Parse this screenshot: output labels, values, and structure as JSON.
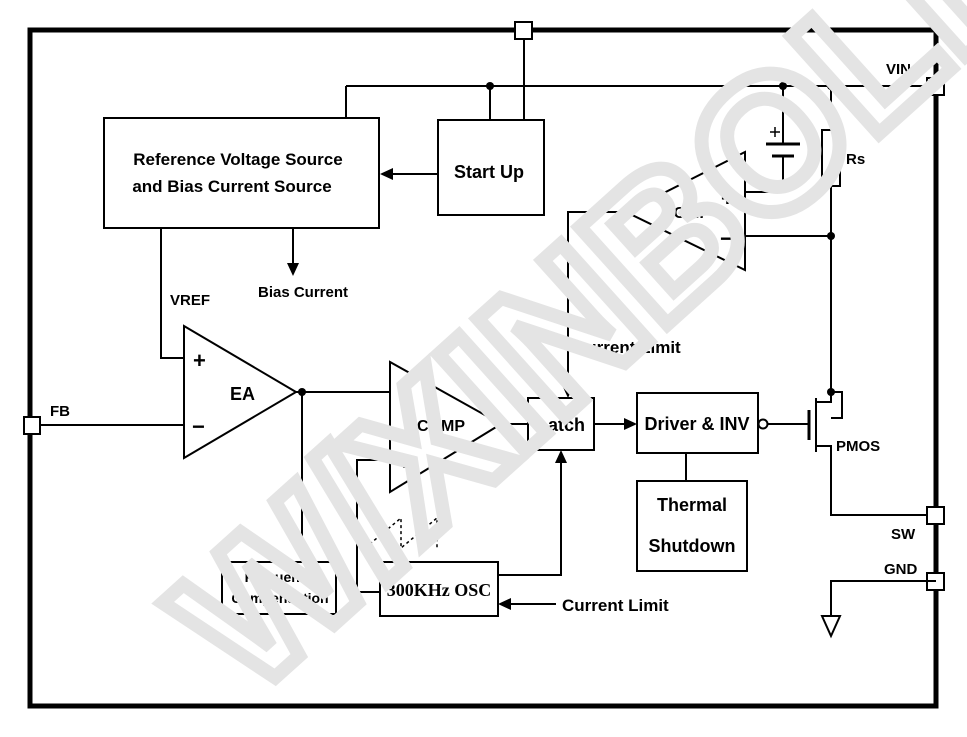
{
  "watermark": "W/XINBOLE",
  "blocks": {
    "reference_line1": "Reference Voltage Source",
    "reference_line2": "and Bias Current Source",
    "startup": "Start Up",
    "error_amp": "EA",
    "comp_main": "COMP",
    "comp_current": "COMP",
    "latch": "Latch",
    "driver": "Driver & INV",
    "thermal_line1": "Thermal",
    "thermal_line2": "Shutdown",
    "freq_comp_line1": "Frequency",
    "freq_comp_line2": "Compensation",
    "oscillator": "300KHz  OSC"
  },
  "signals": {
    "vref": "VREF",
    "bias_current": "Bias Current",
    "current_limit_top": "Current Limit",
    "current_limit_bottom": "Current Limit",
    "rs": "Rs",
    "pmos": "PMOS"
  },
  "pins": {
    "vin": "VIN",
    "fb": "FB",
    "sw": "SW",
    "gnd": "GND"
  },
  "symbols": {
    "plus": "+",
    "minus": "−"
  }
}
